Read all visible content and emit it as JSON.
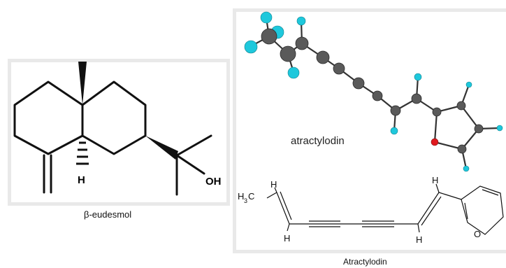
{
  "left": {
    "caption": "β-eudesmol",
    "labels": {
      "h": "H",
      "oh": "OH"
    }
  },
  "right": {
    "model_label": "atractylodin",
    "caption": "Atractylodin",
    "labels": {
      "h3c": "H",
      "h3c_sub": "3",
      "h3c_c": "C",
      "h_top1": "H",
      "h_bot1": "H",
      "h_top2": "H",
      "h_bot2": "H",
      "o": "O"
    }
  },
  "colors": {
    "carbon": "#555555",
    "hydrogen": "#1ec8dc",
    "oxygen": "#e0191e",
    "frame": "#e9e9e9"
  }
}
